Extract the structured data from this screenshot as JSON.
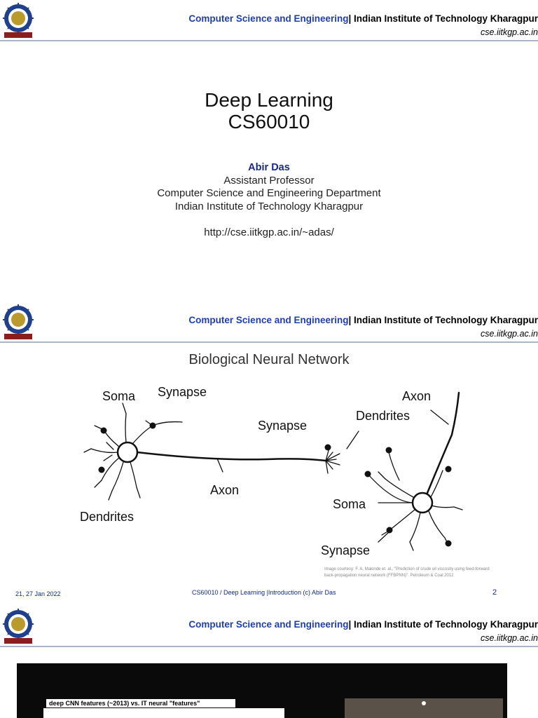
{
  "header": {
    "dept": "Computer Science and Engineering",
    "inst": "| Indian Institute of Technology Kharagpur",
    "url": "cse.iitkgp.ac.in"
  },
  "slide1": {
    "title_line1": "Deep Learning",
    "title_line2": "CS60010",
    "author": "Abir Das",
    "position": "Assistant Professor",
    "department": "Computer Science and Engineering Department",
    "institute": "Indian Institute of Technology Kharagpur",
    "homepage": "http://cse.iitkgp.ac.in/~adas/"
  },
  "slide2": {
    "title": "Biological Neural Network",
    "labels": {
      "soma_left": "Soma",
      "synapse_left": "Synapse",
      "dendrites_left": "Dendrites",
      "axon_mid": "Axon",
      "synapse_mid": "Synapse",
      "dendrites_right": "Dendrites",
      "axon_right": "Axon",
      "soma_right": "Soma",
      "synapse_bottom": "Synapse"
    },
    "credit_line1": "Image courtesy: F. A. Makinde et. al., \"Prediction of crude oil viscosity using feed-forward",
    "credit_line2": "back-propagation neural network (FFBPNN)\". Petroleum & Coal 2012",
    "footer_date": "21, 27 Jan 2022",
    "footer_course": "CS60010 / Deep Learning |Introduction (c) Abir Das",
    "page_number": "2"
  },
  "slide3": {
    "video_caption": "deep CNN features (~2013) vs. IT neural \"features\""
  }
}
